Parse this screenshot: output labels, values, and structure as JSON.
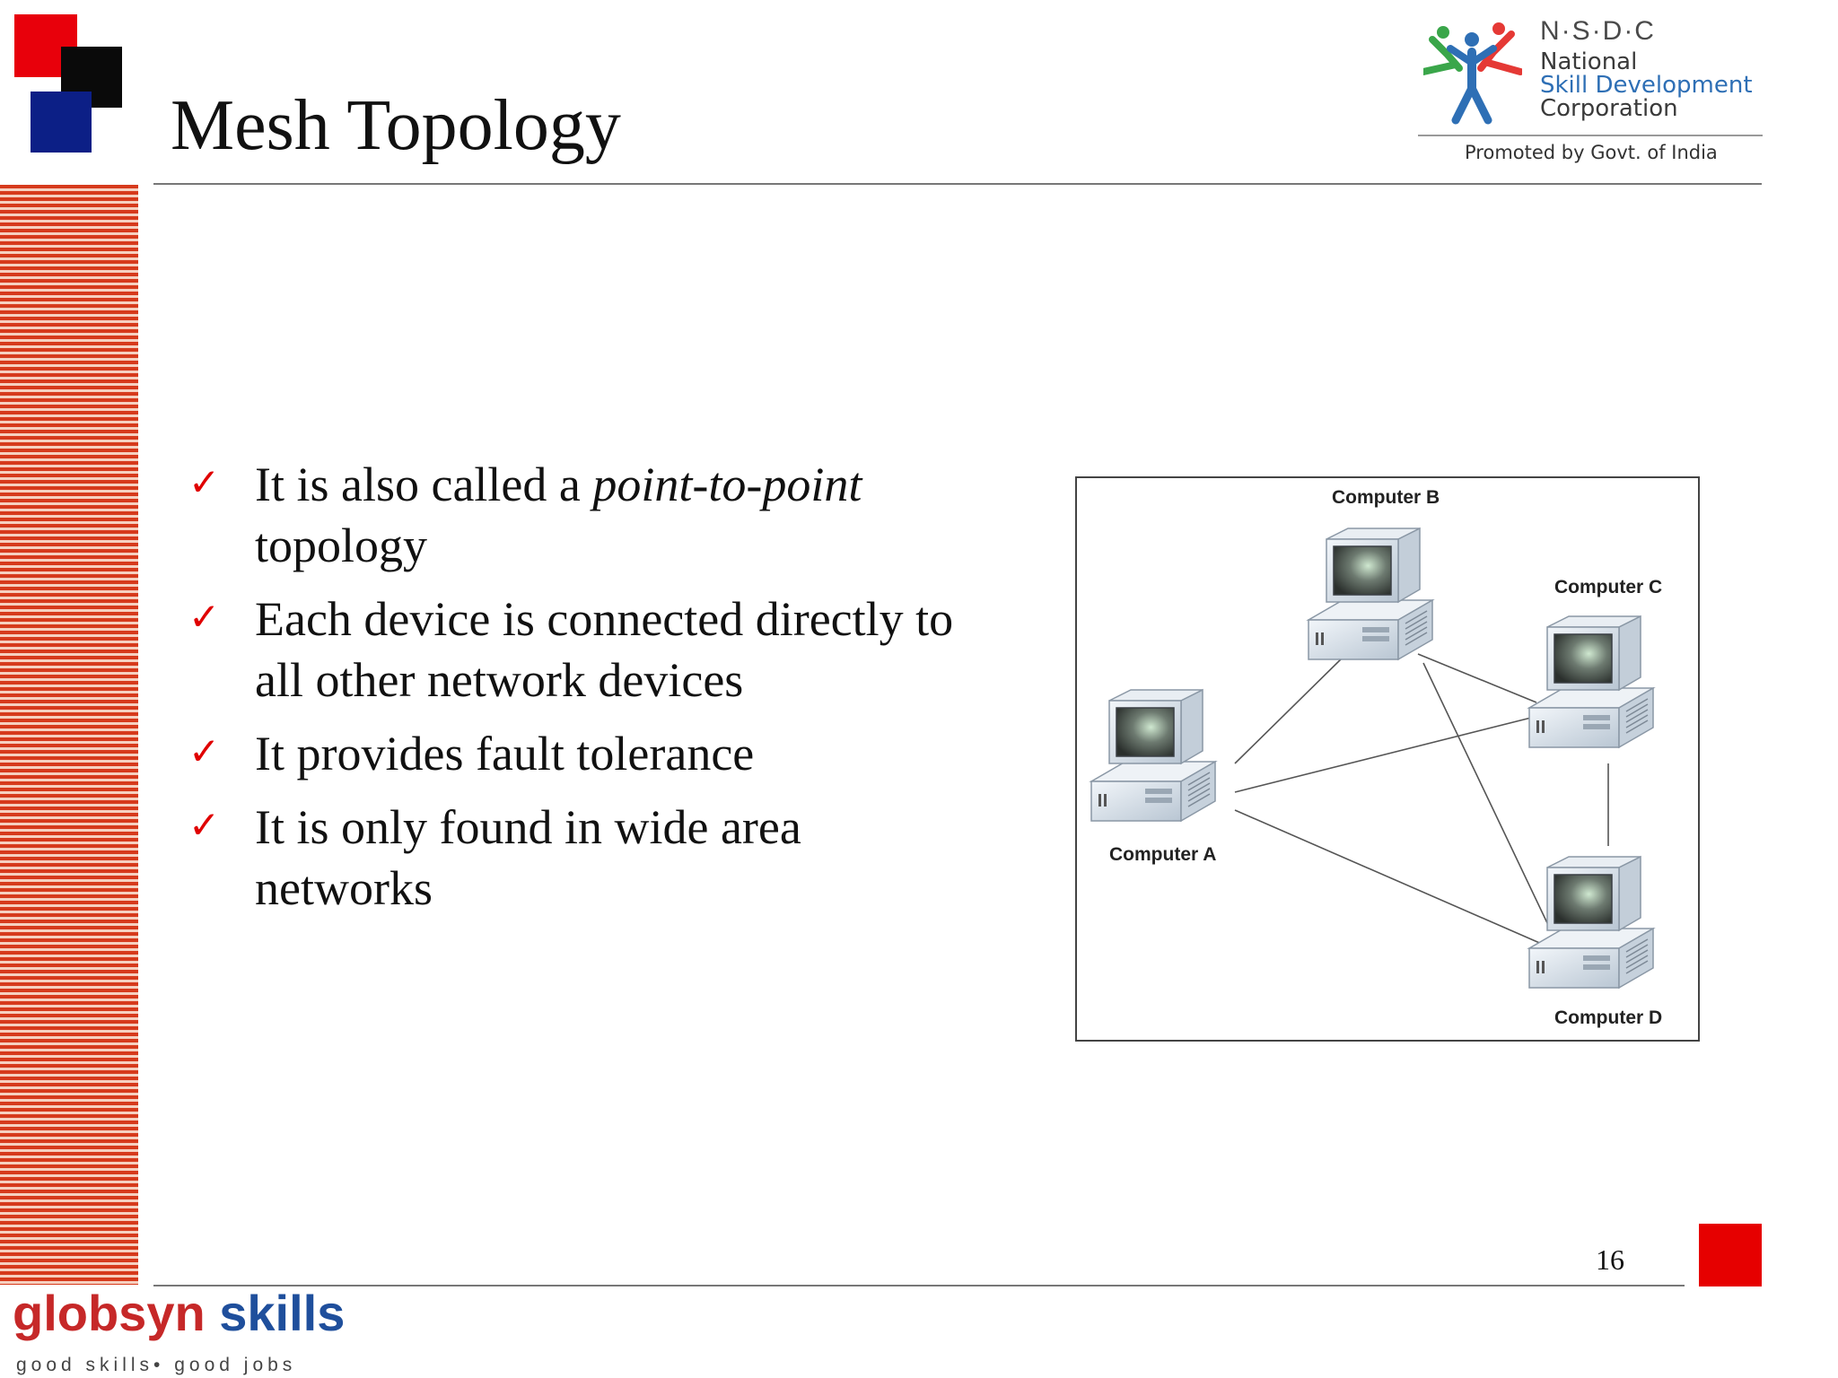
{
  "slide": {
    "title": "Mesh Topology",
    "page_number": "16"
  },
  "logo": {
    "abbr": "N·S·D·C",
    "line1": "National",
    "line2": "Skill Development",
    "line3": "Corporation",
    "promoted": "Promoted by Govt. of India"
  },
  "bullets": [
    {
      "pre": "It is also called a ",
      "em": "point-to-point",
      "post": " topology"
    },
    {
      "pre": "Each device is connected directly to all other network devices",
      "em": "",
      "post": ""
    },
    {
      "pre": "It provides fault tolerance",
      "em": "",
      "post": ""
    },
    {
      "pre": "It is only found in wide area networks",
      "em": "",
      "post": ""
    }
  ],
  "diagram": {
    "labels": {
      "a": "Computer A",
      "b": "Computer B",
      "c": "Computer C",
      "d": "Computer D"
    }
  },
  "footer": {
    "brand_part1": "globsyn",
    "brand_part2": "skills",
    "tagline": "good skills• good jobs"
  },
  "colors": {
    "accent_red": "#e8000b",
    "accent_blue": "#0c1f86",
    "check_red": "#e00000",
    "stripe_red": "#d63a1c"
  }
}
